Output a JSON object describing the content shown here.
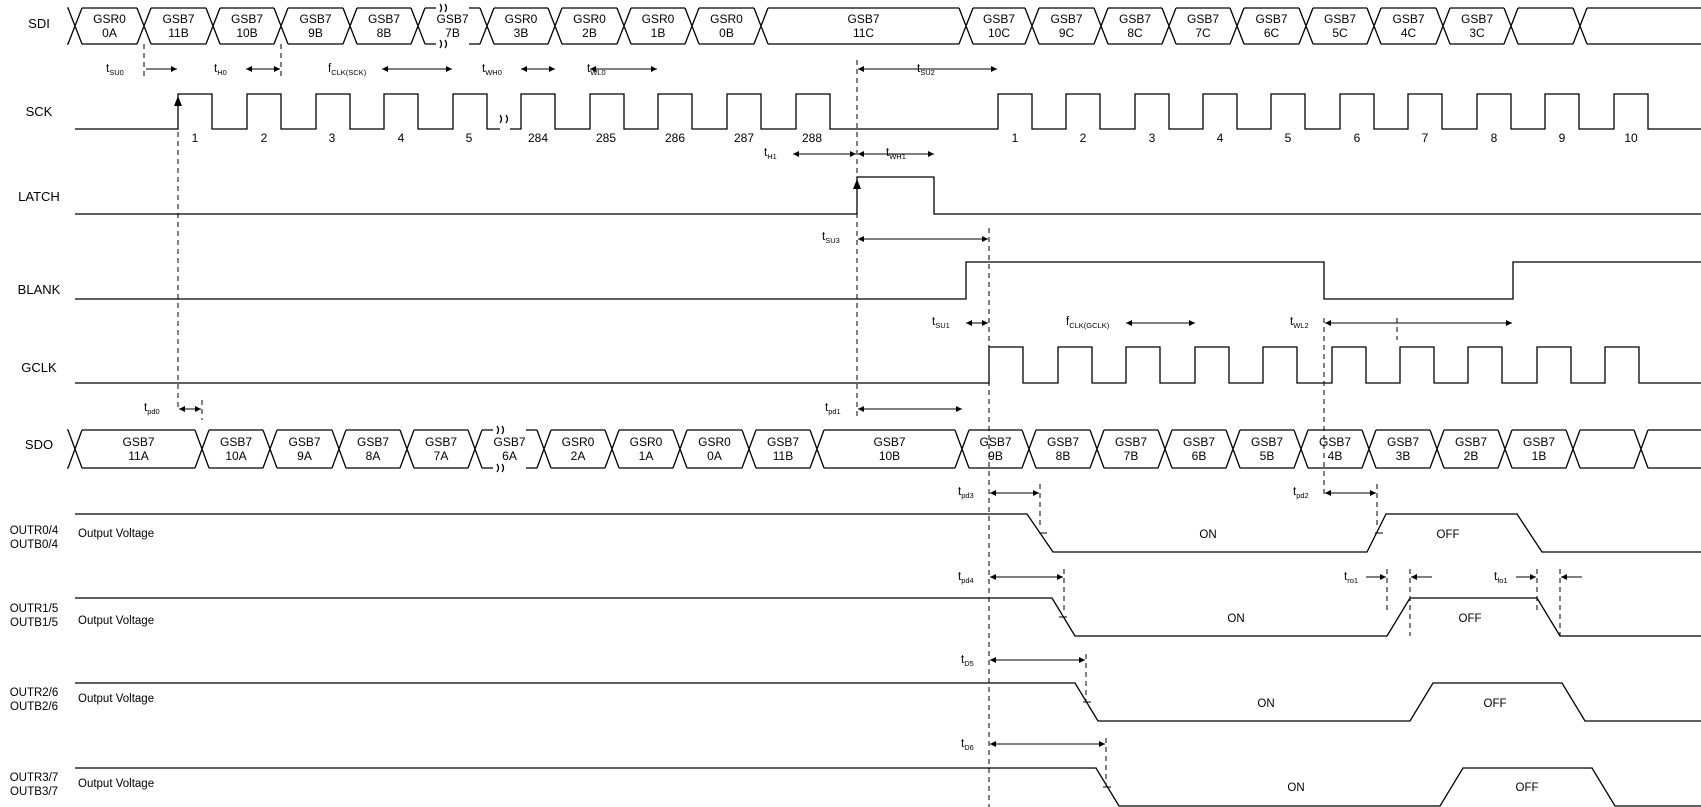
{
  "signals": {
    "sdi": "SDI",
    "sck": "SCK",
    "latch": "LATCH",
    "blank": "BLANK",
    "gclk": "GCLK",
    "sdo": "SDO",
    "out0": [
      "OUTR0/4",
      "OUTB0/4"
    ],
    "out1": [
      "OUTR1/5",
      "OUTB1/5"
    ],
    "out2": [
      "OUTR2/6",
      "OUTB2/6"
    ],
    "out3": [
      "OUTR3/7",
      "OUTB3/7"
    ]
  },
  "output_voltage_label": "Output Voltage",
  "state_on": "ON",
  "state_off": "OFF",
  "sdi_cells": [
    [
      "GSR0",
      "0A"
    ],
    [
      "GSB7",
      "11B"
    ],
    [
      "GSB7",
      "10B"
    ],
    [
      "GSB7",
      "9B"
    ],
    [
      "GSB7",
      "8B"
    ],
    [
      "GSB7",
      "7B"
    ],
    [
      "GSR0",
      "3B"
    ],
    [
      "GSR0",
      "2B"
    ],
    [
      "GSR0",
      "1B"
    ],
    [
      "GSR0",
      "0B"
    ],
    [
      "GSB7",
      "11C"
    ],
    [
      "GSB7",
      "10C"
    ],
    [
      "GSB7",
      "9C"
    ],
    [
      "GSB7",
      "8C"
    ],
    [
      "GSB7",
      "7C"
    ],
    [
      "GSB7",
      "6C"
    ],
    [
      "GSB7",
      "5C"
    ],
    [
      "GSB7",
      "4C"
    ],
    [
      "GSB7",
      "3C"
    ]
  ],
  "sdo_cells": [
    [
      "GSB7",
      "11A"
    ],
    [
      "GSB7",
      "10A"
    ],
    [
      "GSB7",
      "9A"
    ],
    [
      "GSB7",
      "8A"
    ],
    [
      "GSB7",
      "7A"
    ],
    [
      "GSB7",
      "6A"
    ],
    [
      "GSR0",
      "2A"
    ],
    [
      "GSR0",
      "1A"
    ],
    [
      "GSR0",
      "0A"
    ],
    [
      "GSB7",
      "11B"
    ],
    [
      "GSB7",
      "10B"
    ],
    [
      "GSB7",
      "9B"
    ],
    [
      "GSB7",
      "8B"
    ],
    [
      "GSB7",
      "7B"
    ],
    [
      "GSB7",
      "6B"
    ],
    [
      "GSB7",
      "5B"
    ],
    [
      "GSB7",
      "4B"
    ],
    [
      "GSB7",
      "3B"
    ],
    [
      "GSB7",
      "2B"
    ],
    [
      "GSB7",
      "1B"
    ]
  ],
  "sck_numbers_first": [
    "1",
    "2",
    "3",
    "4",
    "5",
    "284",
    "285",
    "286",
    "287",
    "288"
  ],
  "sck_numbers_second": [
    "1",
    "2",
    "3",
    "4",
    "5",
    "6",
    "7",
    "8",
    "9",
    "10"
  ],
  "timing": {
    "tsu0": [
      "t",
      "SU0"
    ],
    "th0": [
      "t",
      "H0"
    ],
    "fclk_sck": [
      "f",
      "CLK(SCK)"
    ],
    "twh0": [
      "t",
      "WH0"
    ],
    "twl0": [
      "t",
      "WL0"
    ],
    "tsu2": [
      "t",
      "SU2"
    ],
    "th1": [
      "t",
      "H1"
    ],
    "twh1": [
      "t",
      "WH1"
    ],
    "tsu3": [
      "t",
      "SU3"
    ],
    "tsu1": [
      "t",
      "SU1"
    ],
    "fclk_gclk": [
      "f",
      "CLK(GCLK)"
    ],
    "twl2": [
      "t",
      "WL2"
    ],
    "tpd0": [
      "t",
      "pd0"
    ],
    "tpd1": [
      "t",
      "pd1"
    ],
    "tpd3": [
      "t",
      "pd3"
    ],
    "tpd2": [
      "t",
      "pd2"
    ],
    "tpd4": [
      "t",
      "pd4"
    ],
    "tro1": [
      "t",
      "ro1"
    ],
    "tfo1": [
      "t",
      "fo1"
    ],
    "td5": [
      "t",
      "D5"
    ],
    "td6": [
      "t",
      "D6"
    ]
  }
}
